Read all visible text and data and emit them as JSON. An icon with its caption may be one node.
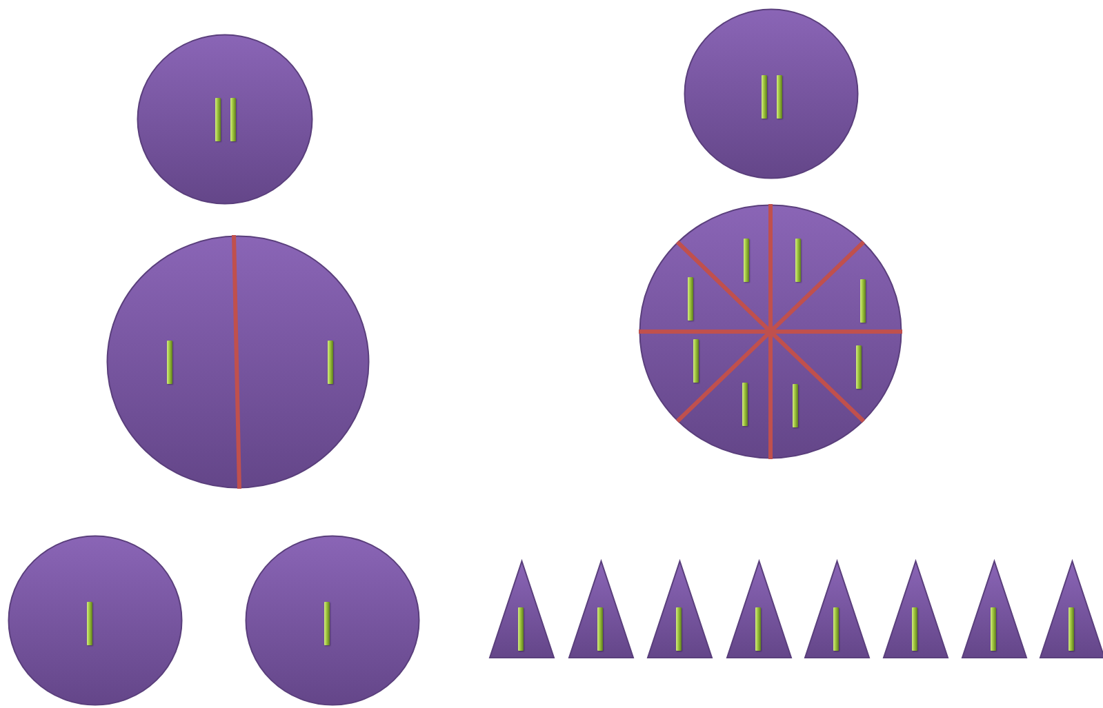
{
  "diagram": {
    "nodes": [
      {
        "text": [],
        "shape": "circle"
      },
      {
        "text": [],
        "shape": "circle"
      },
      {
        "text": [],
        "shape": "circle"
      },
      {
        "text": [],
        "shape": "circle"
      },
      {
        "text": [],
        "shape": "circle"
      },
      {
        "text": [],
        "shape": "circle"
      },
      {
        "text": [],
        "shape": "triangle"
      },
      {
        "text": [],
        "shape": "triangle"
      },
      {
        "text": [],
        "shape": "triangle"
      },
      {
        "text": [],
        "shape": "triangle"
      },
      {
        "text": [],
        "shape": "triangle"
      },
      {
        "text": [],
        "shape": "triangle"
      },
      {
        "text": [],
        "shape": "triangle"
      },
      {
        "text": [],
        "shape": "triangle"
      }
    ]
  }
}
